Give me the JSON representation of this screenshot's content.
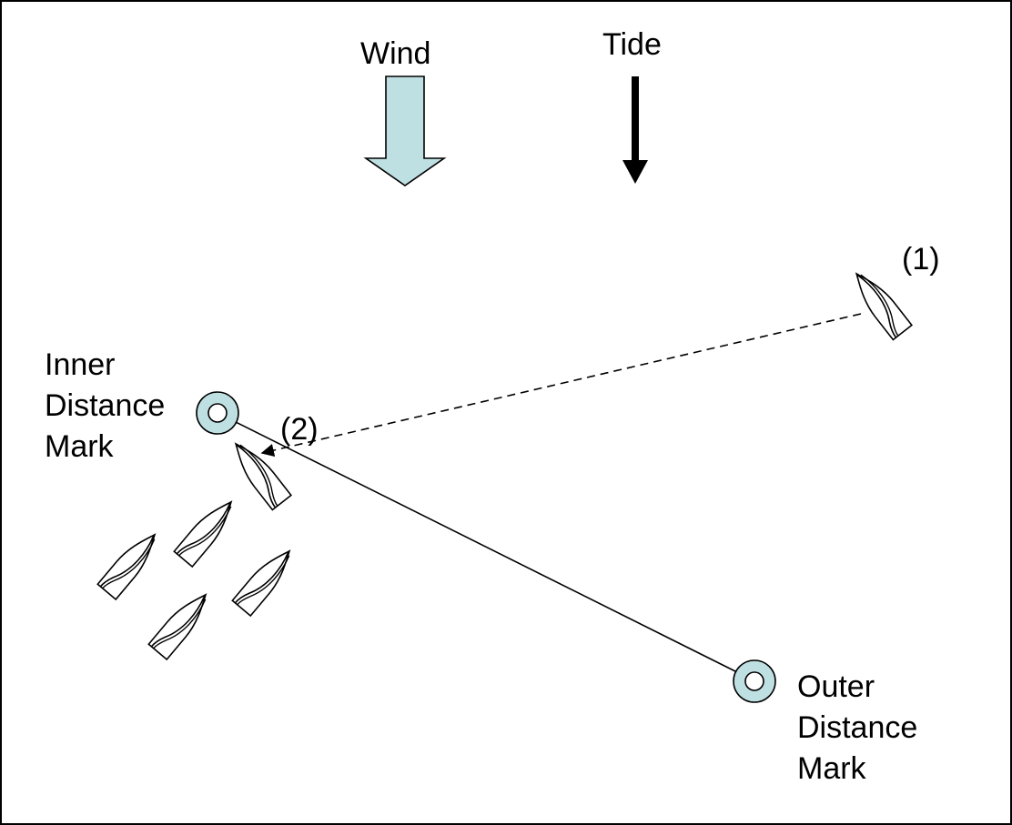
{
  "colors": {
    "background": "#ffffff",
    "ink": "#000000",
    "wind_arrow_fill": "#bfe0e2",
    "mark_fill": "#bfe0e2"
  },
  "labels": {
    "wind": "Wind",
    "tide": "Tide",
    "inner_mark": [
      "Inner",
      "Distance",
      "Mark"
    ],
    "outer_mark": [
      "Outer",
      "Distance",
      "Mark"
    ],
    "boat_1": "(1)",
    "boat_2": "(2)"
  },
  "icons": {
    "wind_arrow": "wind-arrow-icon",
    "tide_arrow": "tide-arrow-icon",
    "mark": "buoy-icon",
    "boat": "sailboat-icon"
  }
}
